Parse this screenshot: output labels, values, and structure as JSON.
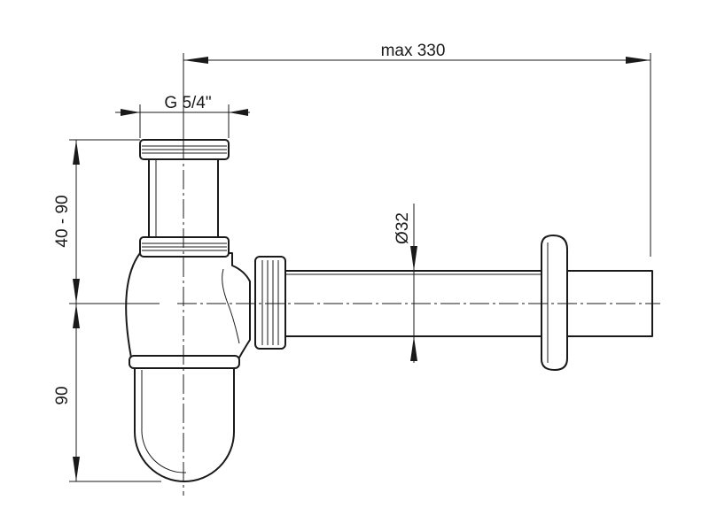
{
  "dimensions": {
    "max_length": "max 330",
    "thread": "G 5/4\"",
    "height_adjust": "40 - 90",
    "trap_depth": "90",
    "pipe_diameter": "Ø32"
  },
  "colors": {
    "line": "#1a1a1a",
    "background": "#ffffff"
  }
}
